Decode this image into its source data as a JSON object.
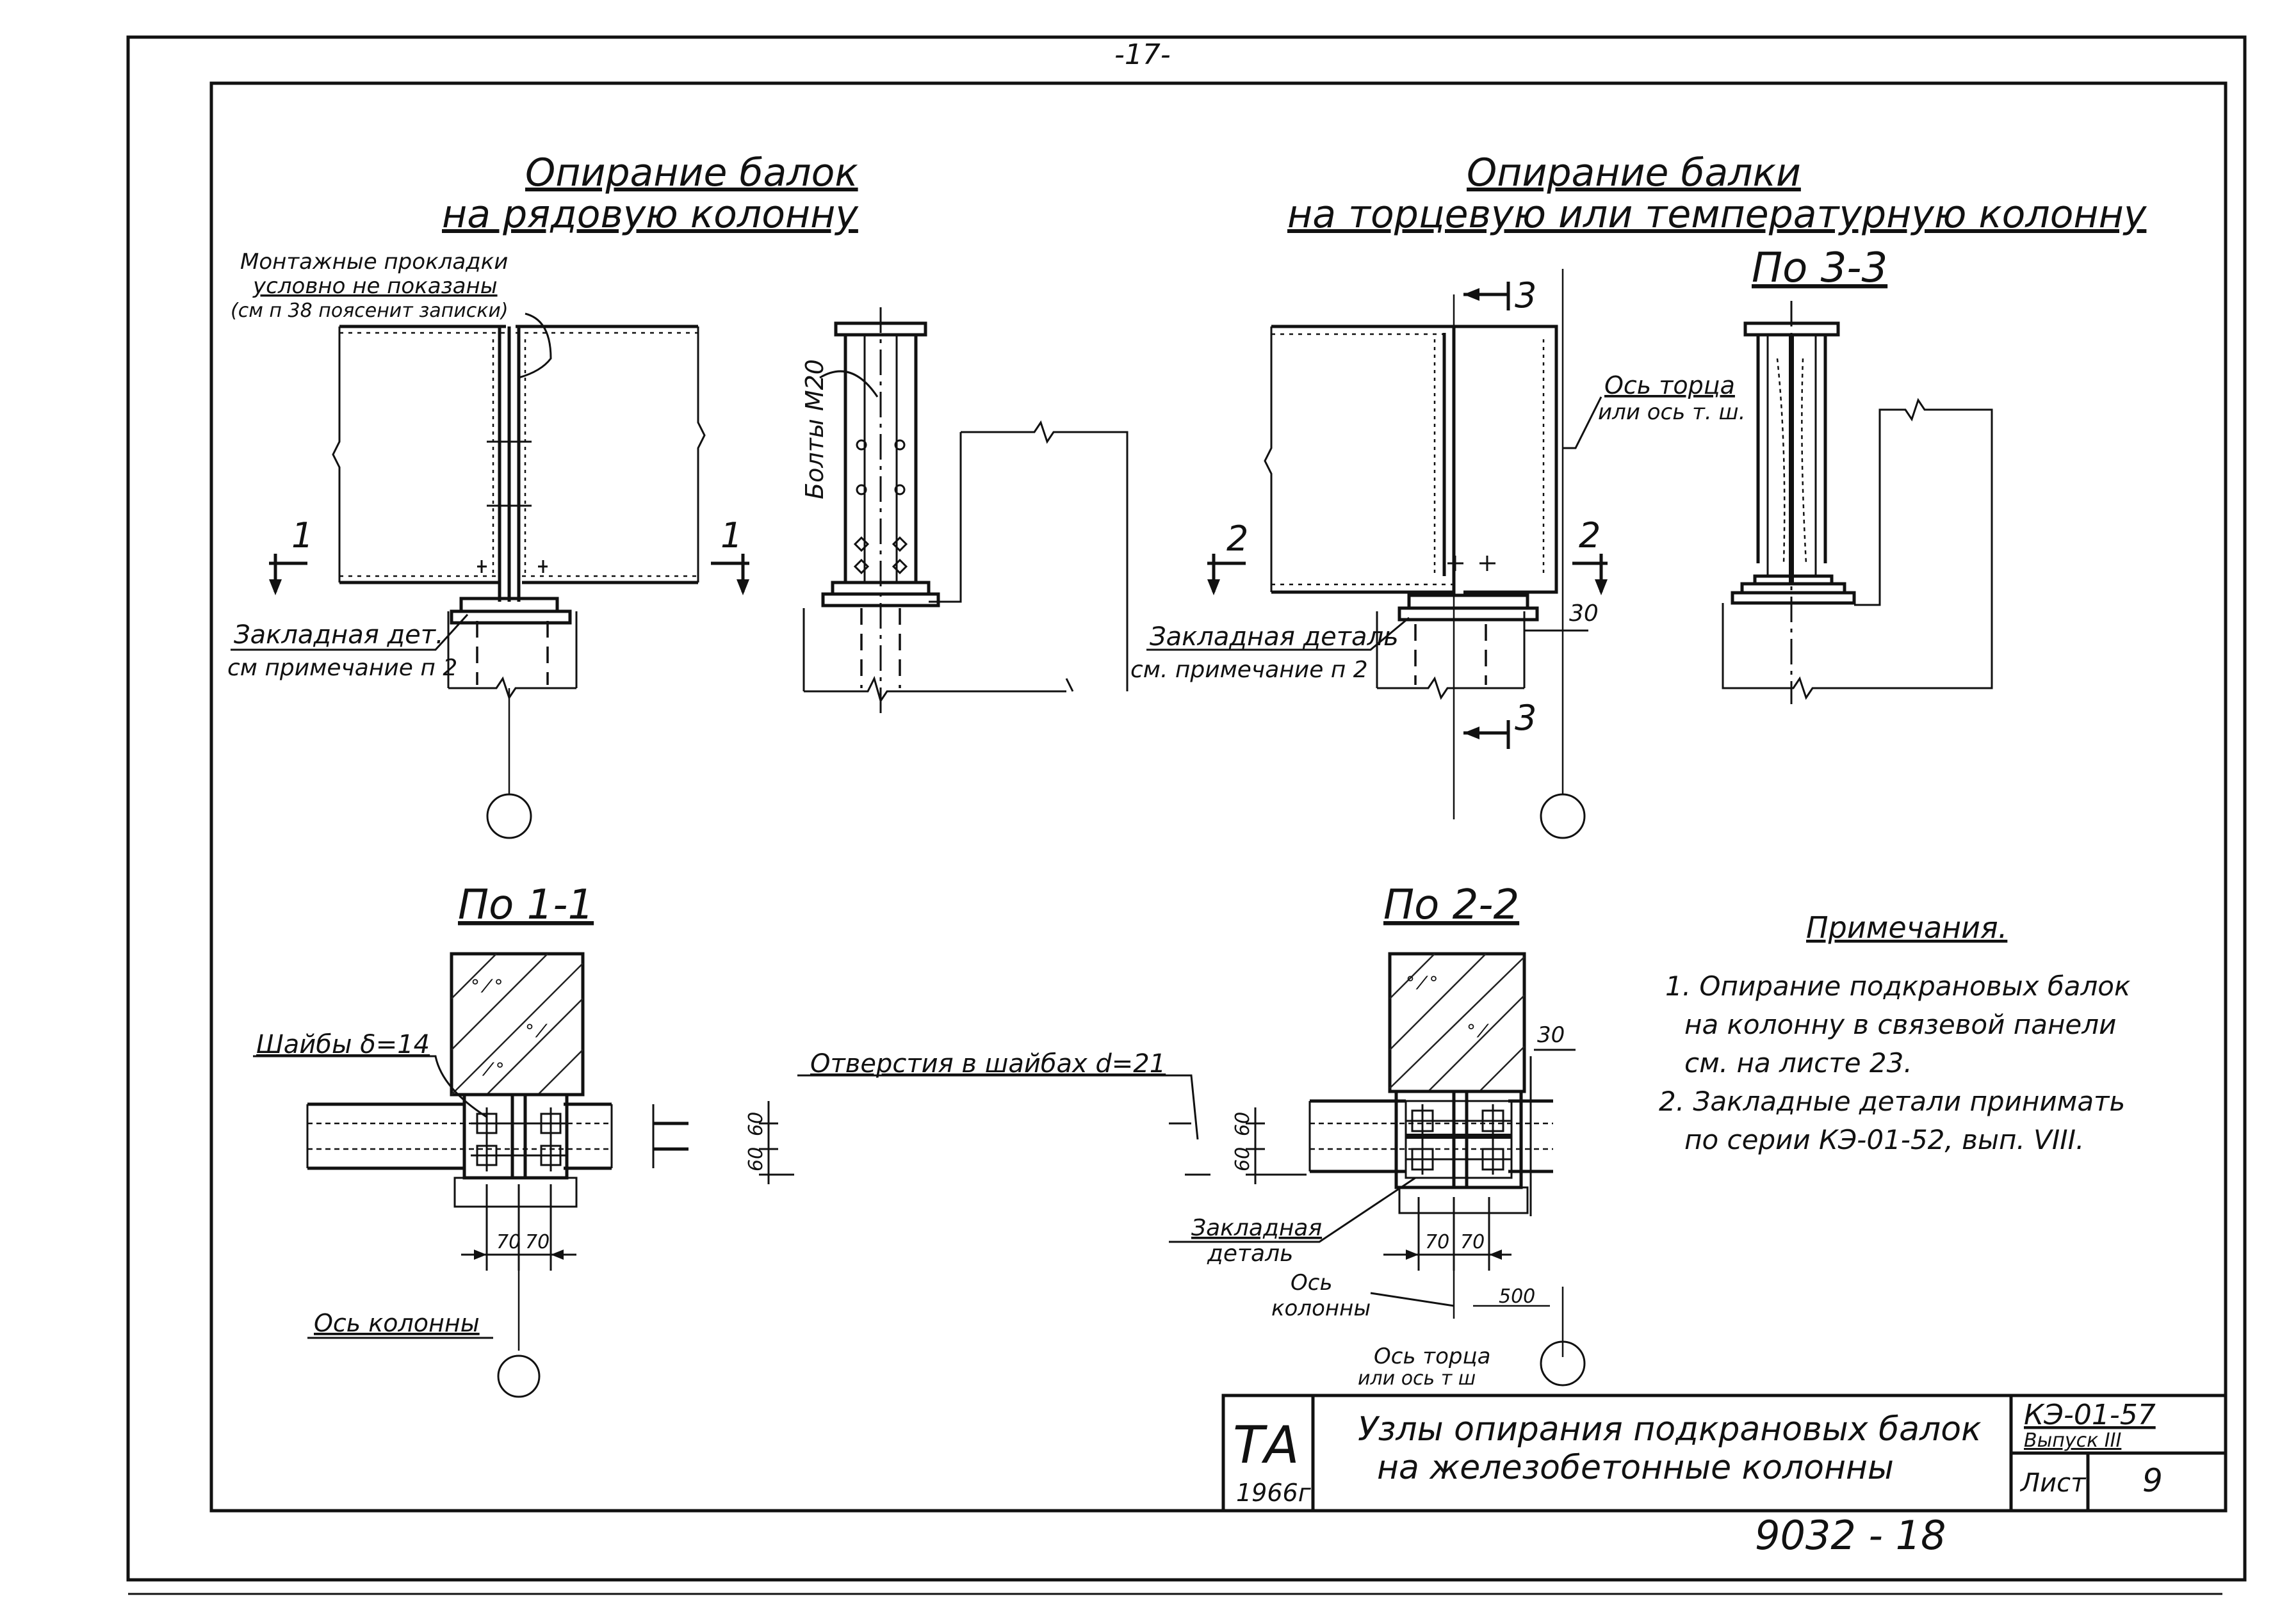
{
  "page_number": "-17-",
  "titles": {
    "left_line1": "Опирание балок",
    "left_line2": "на рядовую колонну",
    "right_line1": "Опирание балки",
    "right_line2": "на торцевую или температурную колонну"
  },
  "sections": {
    "s33": "По 3-3",
    "s11": "По 1-1",
    "s22": "По 2-2"
  },
  "labels": {
    "mount_note_1": "Монтажные прокладки",
    "mount_note_2": "условно не показаны",
    "mount_note_3": "(см п 38 поясенит записки)",
    "bolts": "Болты М20",
    "embed_left_1": "Закладная дет.",
    "embed_left_2": "см примечание п 2",
    "embed_right_1": "Закладная деталь",
    "embed_right_2": "см. примечание п 2",
    "axis_end_1": "Ось торца",
    "axis_end_2": "или ось т. ш.",
    "washers": "Шайбы δ=14",
    "holes": "Отверстия в шайбах d=21",
    "axis_col_left": "Ось колонны",
    "embed_bottom_1": "Закладная",
    "embed_bottom_2": "деталь",
    "axis_col_1": "Ось",
    "axis_col_2": "колонны",
    "axis_end_b1": "Ось торца",
    "axis_end_b2": "или ось т ш"
  },
  "section_marks": {
    "one": "1",
    "two": "2",
    "three": "3"
  },
  "dims": {
    "d30": "30",
    "d60": "60",
    "d70": "70",
    "d500": "500"
  },
  "notes": {
    "heading": "Примечания.",
    "n1_l1": "1. Опирание подкрановых балок",
    "n1_l2": "на колонну в связевой панели",
    "n1_l3": "см. на листе 23.",
    "n2_l1": "2. Закладные детали принимать",
    "n2_l2": "по серии КЭ-01-52, вып. VIII."
  },
  "title_block": {
    "org": "ТА",
    "year": "1966г",
    "title_l1": "Узлы опирания подкрановых балок",
    "title_l2": "на железобетонные колонны",
    "series": "КЭ-01-57",
    "issue": "Выпуск III",
    "sheet_label": "Лист",
    "sheet_no": "9"
  },
  "stamp_number": "9032 - 18"
}
